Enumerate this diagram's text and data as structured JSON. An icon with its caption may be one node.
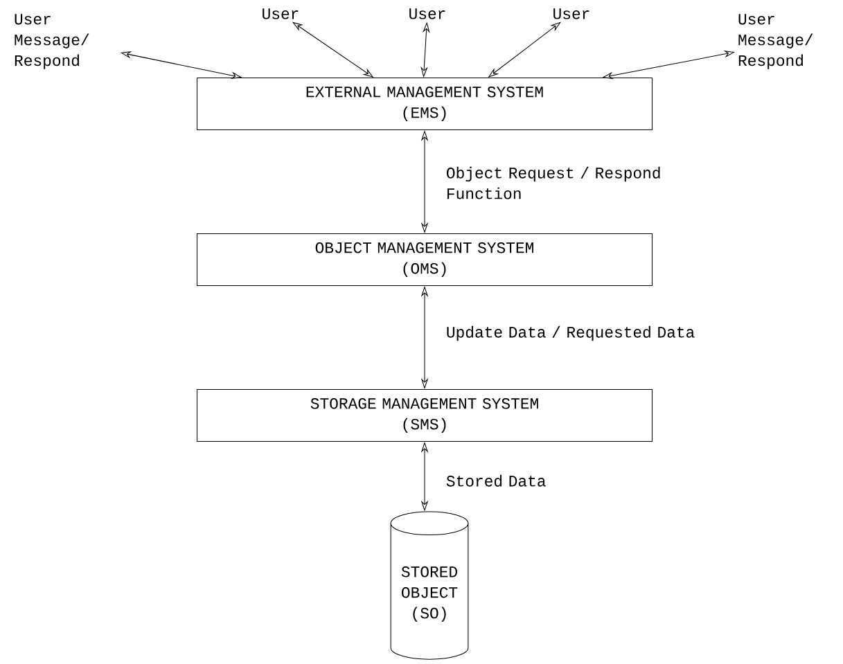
{
  "diagram": {
    "nodes": [
      {
        "text": [
          "User Message/ Respond"
        ]
      },
      {
        "text": [
          "User"
        ]
      },
      {
        "text": [
          "User"
        ]
      },
      {
        "text": [
          "User"
        ]
      },
      {
        "text": [
          "User Message/ Respond"
        ]
      },
      {
        "text": [
          "EXTERNAL MANAGEMENT SYSTEM",
          "(EMS)"
        ]
      },
      {
        "text": [
          "OBJECT MANAGEMENT SYSTEM",
          "(OMS)"
        ]
      },
      {
        "text": [
          "STORAGE MANAGEMENT SYSTEM",
          "(SMS)"
        ]
      },
      {
        "text": [
          "STORED OBJECT (SO)"
        ]
      }
    ],
    "edges": [
      {
        "from": 0,
        "to": 5,
        "arrow": "both"
      },
      {
        "from": 1,
        "to": 5,
        "arrow": "both"
      },
      {
        "from": 2,
        "to": 5,
        "arrow": "both"
      },
      {
        "from": 3,
        "to": 5,
        "arrow": "both"
      },
      {
        "from": 4,
        "to": 5,
        "arrow": "both"
      },
      {
        "from": 5,
        "to": 6,
        "arrow": "both",
        "label": "Object Request / Respond Function"
      },
      {
        "from": 6,
        "to": 7,
        "arrow": "both",
        "label": "Update Data / Requested Data"
      },
      {
        "from": 7,
        "to": 8,
        "arrow": "both",
        "label": "Stored Data"
      }
    ]
  }
}
